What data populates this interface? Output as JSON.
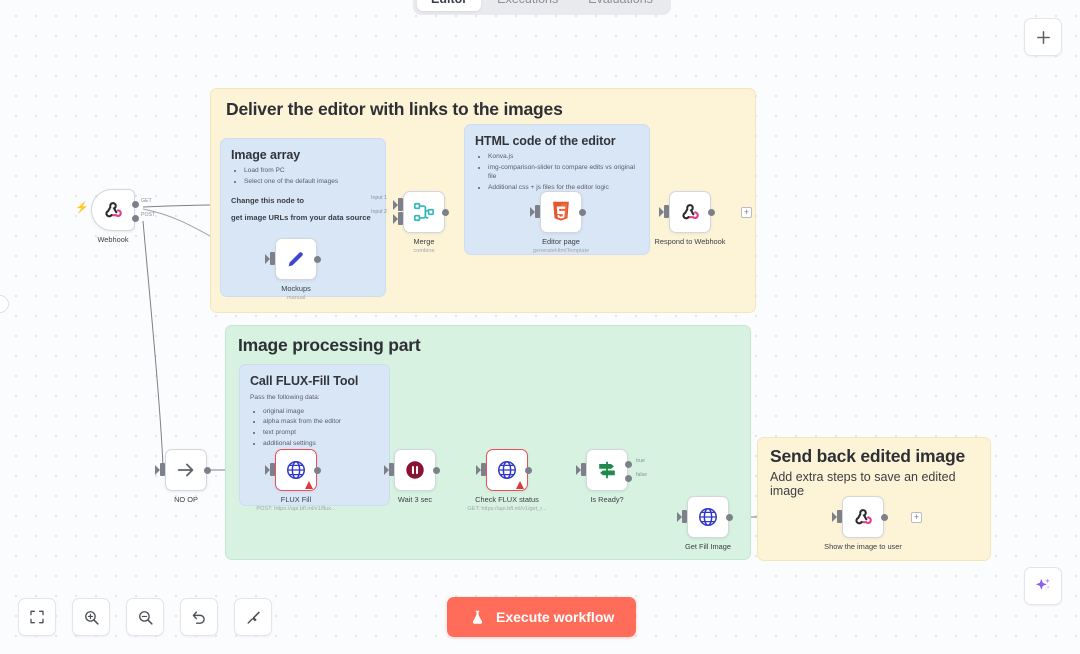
{
  "tabs": [
    {
      "label": "Editor",
      "active": true
    },
    {
      "label": "Executions",
      "active": false
    },
    {
      "label": "Evaluations",
      "active": false
    }
  ],
  "canvas_buttons": {
    "add_node": "+",
    "ai_assistant": "sparkles-icon"
  },
  "notes": {
    "deliver": {
      "title": "Deliver the editor with links to the images",
      "image_array": {
        "title": "Image array",
        "bullets": [
          "Load from PC",
          "Select one of the default images"
        ],
        "note_line1": "Change this node to",
        "note_line2": "get image URLs from your data source"
      },
      "html_code": {
        "title": "HTML code of the editor",
        "bullets": [
          "Konva.js",
          "img-comparison-slider to compare edits vs original file",
          "Additional css + js files for the editor logic"
        ]
      }
    },
    "processing": {
      "title": "Image processing part",
      "flux": {
        "title": "Call FLUX-Fill Tool",
        "lead": "Pass the following data:",
        "bullets": [
          "original image",
          "alpha mask from the editor",
          "text prompt",
          "additional settings"
        ]
      }
    },
    "sendback": {
      "title": "Send back edited image",
      "subtitle": "Add extra steps to save an edited image"
    }
  },
  "nodes": {
    "webhook": {
      "label": "Webhook",
      "sublabel": "",
      "icon": "webhook-icon",
      "out_labels": [
        "GET",
        "POST"
      ]
    },
    "mockups": {
      "label": "Mockups",
      "sublabel": "manual",
      "icon": "edit-pencil-icon"
    },
    "merge": {
      "label": "Merge",
      "sublabel": "combine",
      "icon": "merge-icon",
      "in_labels": [
        "Input 1",
        "Input 2"
      ]
    },
    "editorpage": {
      "label": "Editor page",
      "sublabel": "generateHtmlTemplate",
      "icon": "html5-icon"
    },
    "respond": {
      "label": "Respond to Webhook",
      "sublabel": "",
      "icon": "webhook-icon"
    },
    "noop": {
      "label": "NO OP",
      "sublabel": "",
      "icon": "arrow-right-icon"
    },
    "fluxfill": {
      "label": "FLUX Fill",
      "sublabel": "POST: https://api.bfl.ml/v1/flux...",
      "icon": "http-globe-icon",
      "has_warning": true
    },
    "wait": {
      "label": "Wait 3 sec",
      "sublabel": "",
      "icon": "pause-icon"
    },
    "checkflux": {
      "label": "Check FLUX status",
      "sublabel": "GET: https://api.bfl.ml/v1/get_r...",
      "icon": "http-globe-icon",
      "has_warning": true
    },
    "isready": {
      "label": "Is Ready?",
      "sublabel": "",
      "icon": "switch-signpost-icon",
      "out_labels": [
        "true",
        "false"
      ]
    },
    "getfill": {
      "label": "Get Fill Image",
      "sublabel": "",
      "icon": "http-globe-icon"
    },
    "showimage": {
      "label": "Show the image to user",
      "sublabel": "",
      "icon": "webhook-icon"
    }
  },
  "toolbar": {
    "items": [
      {
        "name": "fit-to-view",
        "title": "Fit to view"
      },
      {
        "name": "zoom-in",
        "title": "Zoom in"
      },
      {
        "name": "zoom-out",
        "title": "Zoom out"
      },
      {
        "name": "reset-zoom",
        "title": "Reset zoom"
      },
      {
        "name": "tidy-up",
        "title": "Tidy up workflow"
      }
    ]
  },
  "execute": {
    "label": "Execute workflow",
    "icon": "flask-icon"
  },
  "colors": {
    "accent": "#ff6d5a",
    "sticky_amber": "#fdf3d7",
    "sticky_green": "#d7f2e0",
    "sticky_blue": "#d9e6f6",
    "node_error_border": "#e8505b"
  }
}
